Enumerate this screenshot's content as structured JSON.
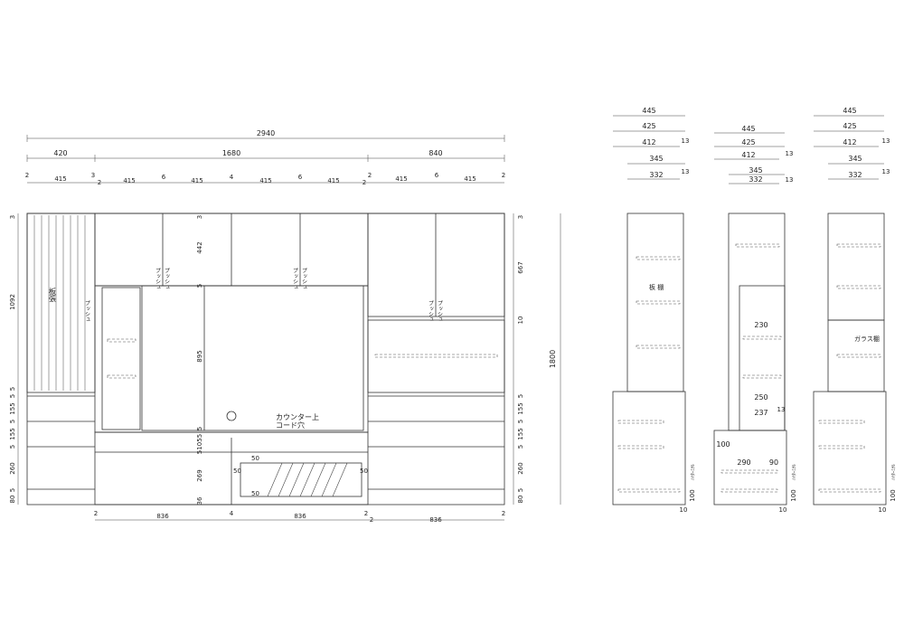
{
  "front_view": {
    "overall_width": "2940",
    "overall_height": "1800",
    "section_widths": [
      "420",
      "1680",
      "840"
    ],
    "top_spacing": [
      "2",
      "415",
      "3",
      "2",
      "415",
      "6",
      "415",
      "4",
      "415",
      "6",
      "415",
      "2",
      "2",
      "415",
      "6",
      "415",
      "2"
    ],
    "bottom_widths": [
      "2",
      "836",
      "4",
      "836",
      "2",
      "2",
      "836",
      "2"
    ],
    "left_heights": [
      "3",
      "1092",
      "5",
      "5",
      "155",
      "5",
      "155",
      "5",
      "260",
      "5",
      "80"
    ],
    "center_heights": [
      "3",
      "442",
      "5",
      "895",
      "5",
      "5",
      "105",
      "5",
      "269",
      "36"
    ],
    "right_heights": [
      "3",
      "667",
      "10",
      "5",
      "155",
      "5",
      "155",
      "5",
      "260",
      "5",
      "80"
    ],
    "notes": {
      "ita_kazari": "板張",
      "push": "プッシュ",
      "counter_cord": [
        "カウンター上",
        "コード穴"
      ],
      "fifty": "50"
    }
  },
  "side_views": [
    {
      "widths": [
        "445",
        "425",
        "412",
        "13",
        "345",
        "332",
        "13"
      ],
      "label": "板 棚",
      "bottom": [
        "100",
        "10"
      ],
      "vertical_note": "ﾊｲﾀｰﾐﾅﾙ"
    },
    {
      "widths": [
        "445",
        "425",
        "412",
        "13",
        "345",
        "332",
        "13"
      ],
      "dims": [
        "230",
        "250",
        "237",
        "13",
        "100",
        "290",
        "90"
      ],
      "bottom": [
        "100",
        "10"
      ],
      "vertical_note": "ﾊｲﾀｰﾐﾅﾙ"
    },
    {
      "widths": [
        "445",
        "425",
        "412",
        "13",
        "345",
        "332",
        "13"
      ],
      "label": "ガラス棚",
      "bottom": [
        "100",
        "10"
      ],
      "vertical_note": "ﾊｲﾀｰﾐﾅﾙ"
    }
  ]
}
